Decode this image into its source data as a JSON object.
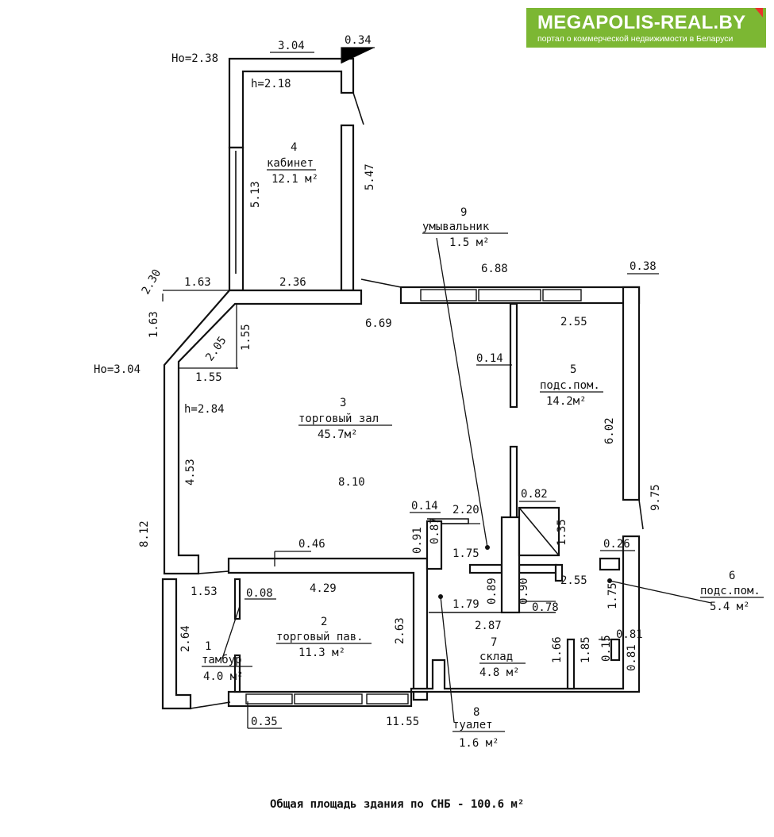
{
  "logo": {
    "brand": "MEGAPOLIS-REAL.BY",
    "tagline": "портал о коммерческой недвижимости в Беларуси"
  },
  "rooms": {
    "r1": {
      "num": "1",
      "name": "тамбур",
      "area": "4.0 м²"
    },
    "r2": {
      "num": "2",
      "name": "торговый пав.",
      "area": "11.3 м²"
    },
    "r3": {
      "num": "3",
      "name": "торговый зал",
      "area": "45.7м²"
    },
    "r4": {
      "num": "4",
      "name": "кабинет",
      "area": "12.1 м²"
    },
    "r5": {
      "num": "5",
      "name": "подс.пом.",
      "area": "14.2м²"
    },
    "r6": {
      "num": "6",
      "name": "подс.пом.",
      "area": "5.4 м²"
    },
    "r7": {
      "num": "7",
      "name": "склад",
      "area": "4.8 м²"
    },
    "r8": {
      "num": "8",
      "name": "туалет",
      "area": "1.6 м²"
    },
    "r9": {
      "num": "9",
      "name": "умывальник",
      "area": "1.5 м²"
    }
  },
  "heights": {
    "h_ext_top": "Но=2.38",
    "h_room4": "h=2.18",
    "h_ext_left": "Но=3.04",
    "h_room3": "h=2.84"
  },
  "dims": {
    "d_304": "3.04",
    "d_034": "0.34",
    "d_547": "5.47",
    "d_513": "5.13",
    "d_230": "2.30",
    "d_163a": "1.63",
    "d_236": "2.36",
    "d_163b": "1.63",
    "d_205": "2.05",
    "d_155a": "1.55",
    "d_155b": "1.55",
    "d_669": "6.69",
    "d_688": "6.88",
    "d_038": "0.38",
    "d_255a": "2.55",
    "d_014a": "0.14",
    "d_602": "6.02",
    "d_975": "9.75",
    "d_453": "4.53",
    "d_810": "8.10",
    "d_812": "8.12",
    "d_014b": "0.14",
    "d_220": "2.20",
    "d_082": "0.82",
    "d_135": "1.35",
    "d_091": "0.91",
    "d_087": "0.87",
    "d_175a": "1.75",
    "d_046": "0.46",
    "d_026": "0.26",
    "d_255b": "2.55",
    "d_153": "1.53",
    "d_429": "4.29",
    "d_089": "0.89",
    "d_090": "0.90",
    "d_179": "1.79",
    "d_078": "0.78",
    "d_175b": "1.75",
    "d_008": "0.08",
    "d_264": "2.64",
    "d_263": "2.63",
    "d_287": "2.87",
    "d_166": "1.66",
    "d_185": "1.85",
    "d_015": "0.15",
    "d_081a": "0.81",
    "d_081b": "0.81",
    "d_035": "0.35",
    "d_1155": "11.55"
  },
  "footer": {
    "total": "Общая площадь здания по СНБ - 100.6 м²"
  }
}
